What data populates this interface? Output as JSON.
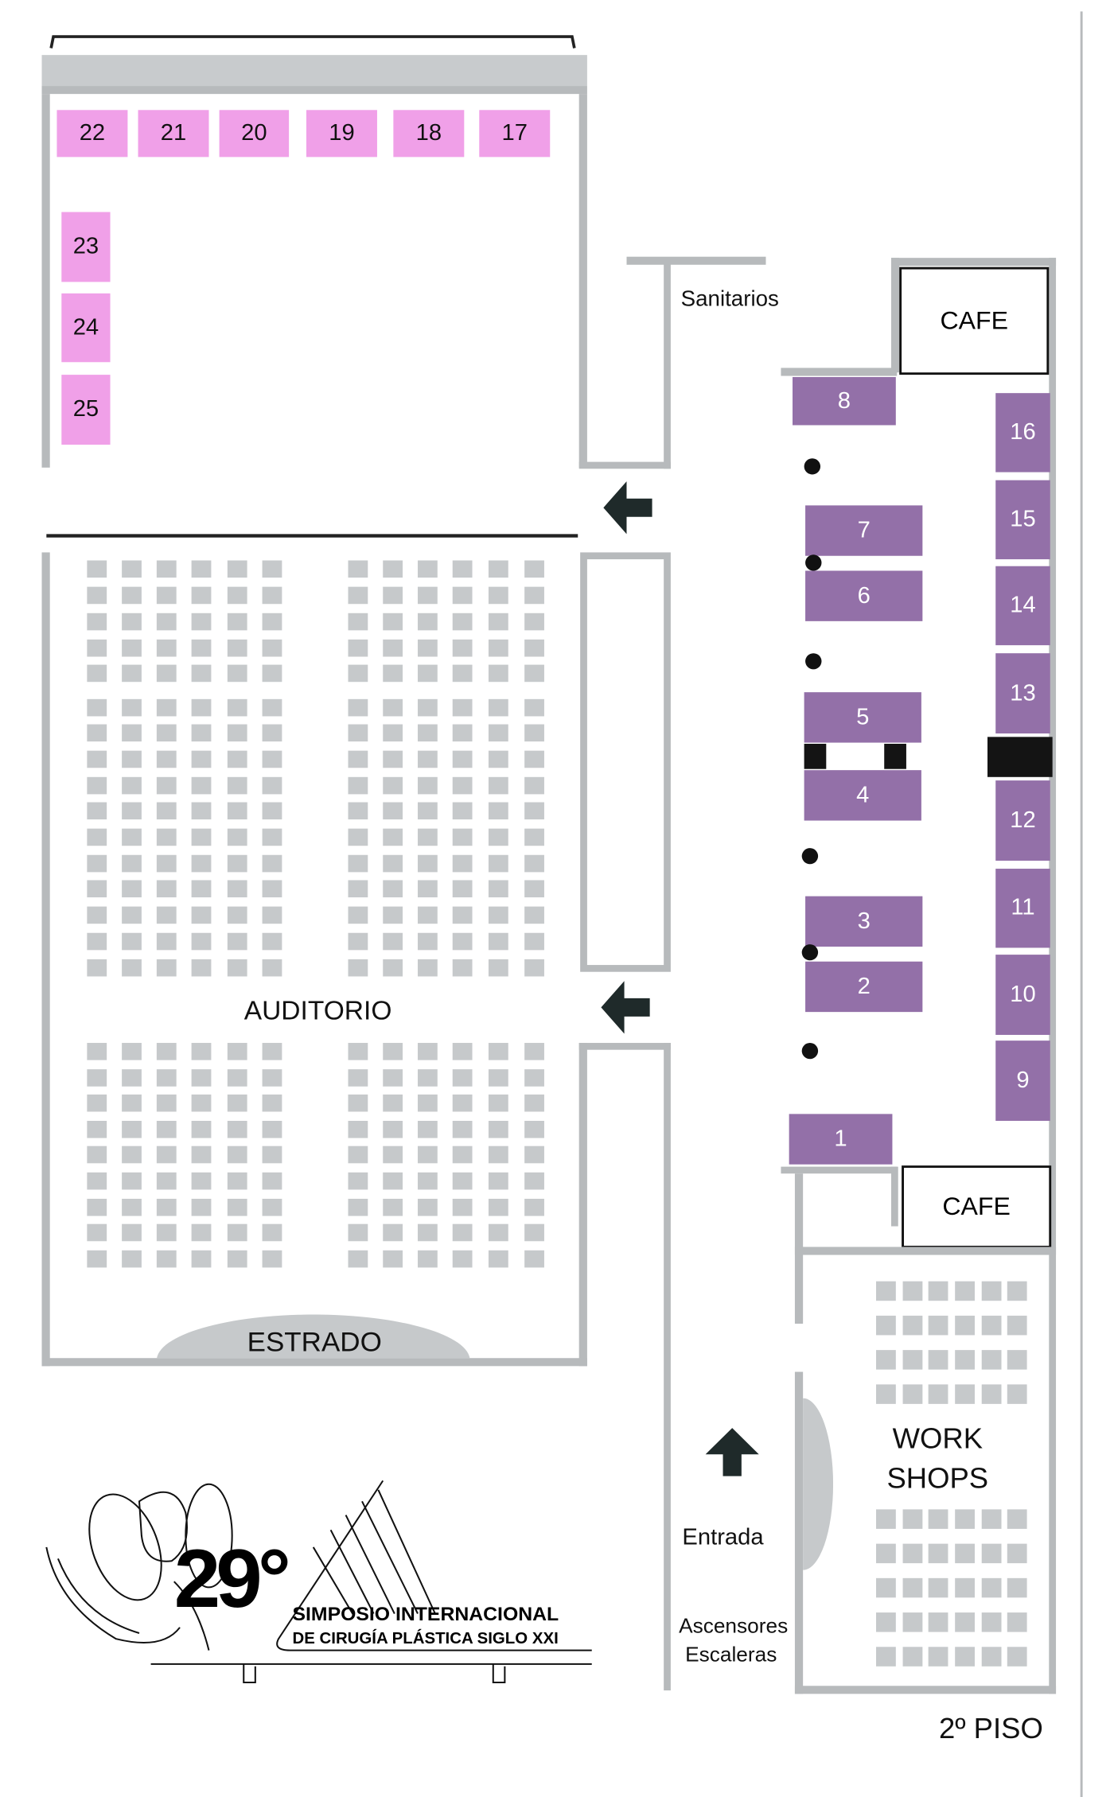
{
  "floor_label": "2º PISO",
  "rooms": {
    "sanitarios": "Sanitarios",
    "cafe_top": "CAFE",
    "cafe_bottom": "CAFE",
    "auditorio": "AUDITORIO",
    "estrado": "ESTRADO",
    "workshops_line1": "WORK",
    "workshops_line2": "SHOPS",
    "entrada": "Entrada",
    "ascensores": "Ascensores",
    "escaleras": "Escaleras"
  },
  "booths_pink": [
    "22",
    "21",
    "20",
    "19",
    "18",
    "17",
    "23",
    "24",
    "25"
  ],
  "booths_purple": [
    "8",
    "7",
    "6",
    "5",
    "4",
    "3",
    "2",
    "1",
    "16",
    "15",
    "14",
    "13",
    "12",
    "11",
    "10",
    "9"
  ],
  "colors": {
    "pink": "#f0a0e8",
    "purple": "#9370a8",
    "wall": "#b7babc",
    "seat": "#c6c9cb"
  },
  "logo": {
    "number": "29°",
    "line1": "SIMPOSIO INTERNACIONAL",
    "line2": "DE CIRUGÍA PLÁSTICA SIGLO XXI"
  }
}
